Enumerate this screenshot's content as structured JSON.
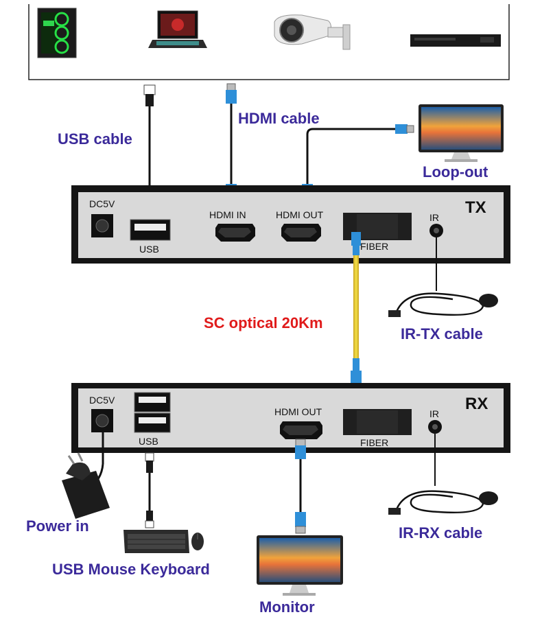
{
  "labels": {
    "usb_cable": "USB cable",
    "hdmi_cable": "HDMI cable",
    "loop_out": "Loop-out",
    "sc_optical": "SC optical 20Km",
    "ir_tx_cable": "IR-TX cable",
    "ir_rx_cable": "IR-RX cable",
    "power_in": "Power in",
    "usb_mouse_keyboard": "USB Mouse Keyboard",
    "monitor": "Monitor"
  },
  "tx_unit": {
    "name": "TX",
    "ports": {
      "dc": "DC5V",
      "usb": "USB",
      "hdmi_in": "HDMI IN",
      "hdmi_out": "HDMI OUT",
      "fiber": "FIBER",
      "ir": "IR"
    }
  },
  "rx_unit": {
    "name": "RX",
    "ports": {
      "dc": "DC5V",
      "usb": "USB",
      "hdmi_out": "HDMI OUT",
      "fiber": "FIBER",
      "ir": "IR"
    }
  },
  "colors": {
    "label_text": "#3b2a9a",
    "fiber_label": "#e01b1b",
    "hdmi_connector": "#2e8fd8",
    "fiber_cable": "#e4d23a",
    "panel": "#d9d9d9"
  },
  "icons": [
    "gaming-pc-icon",
    "laptop-icon",
    "security-camera-icon",
    "media-player-icon",
    "monitor-icon",
    "power-adapter-icon",
    "keyboard-icon",
    "mouse-icon",
    "ir-cable-icon"
  ]
}
